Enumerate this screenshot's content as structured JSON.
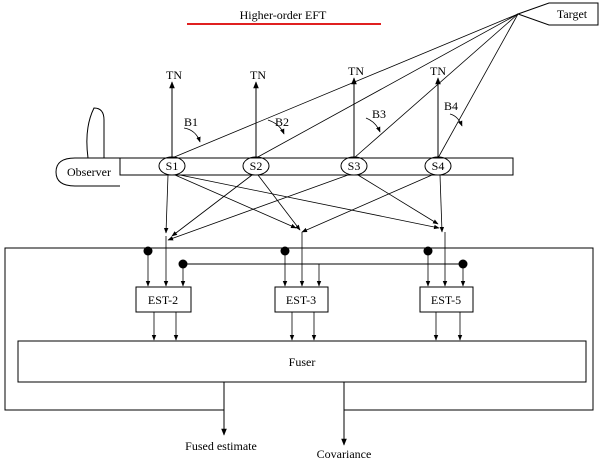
{
  "title": "Higher-order EFT",
  "title_underline_color": "#e02020",
  "target_label": "Target",
  "observer_label": "Observer",
  "tn_label": "TN",
  "sensors": [
    "S1",
    "S2",
    "S3",
    "S4"
  ],
  "bearings": [
    "B1",
    "B2",
    "B3",
    "B4"
  ],
  "estimators": [
    "EST-2",
    "EST-3",
    "EST-5"
  ],
  "fuser_label": "Fuser",
  "outputs": {
    "fused_estimate": "Fused estimate",
    "covariance": "Covariance"
  }
}
